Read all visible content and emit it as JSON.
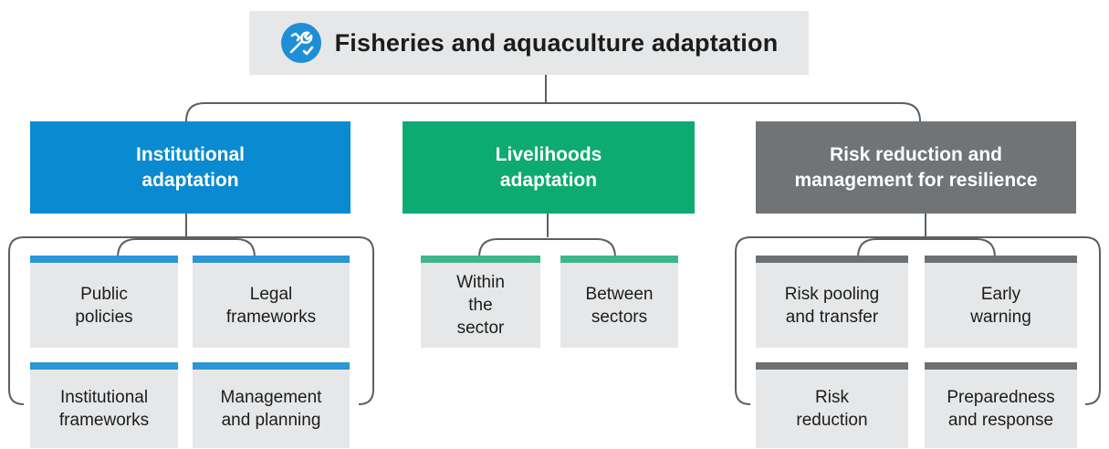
{
  "title": "Fisheries and aquaculture adaptation",
  "icon": "wrench-check-icon",
  "colors": {
    "institutional": "#0a8ad0",
    "livelihoods": "#0daa71",
    "risk": "#717476",
    "institutional_bar": "#2d96d4",
    "livelihoods_bar": "#3db68a",
    "risk_bar": "#6d7072",
    "box_bg": "#e6e7e8",
    "connector": "#5c5f61"
  },
  "categories": [
    {
      "line1": "Institutional",
      "line2": "adaptation",
      "items": [
        {
          "l1": "Public",
          "l2": "policies"
        },
        {
          "l1": "Legal",
          "l2": "frameworks"
        },
        {
          "l1": "Institutional",
          "l2": "frameworks"
        },
        {
          "l1": "Management",
          "l2": "and planning"
        }
      ]
    },
    {
      "line1": "Livelihoods",
      "line2": "adaptation",
      "items": [
        {
          "l1": "Within",
          "l2": "the",
          "l3": "sector"
        },
        {
          "l1": "Between",
          "l2": "sectors"
        }
      ]
    },
    {
      "line1": "Risk reduction and",
      "line2": "management for resilience",
      "items": [
        {
          "l1": "Risk pooling",
          "l2": "and transfer"
        },
        {
          "l1": "Early",
          "l2": "warning"
        },
        {
          "l1": "Risk",
          "l2": "reduction"
        },
        {
          "l1": "Preparedness",
          "l2": "and response"
        }
      ]
    }
  ]
}
